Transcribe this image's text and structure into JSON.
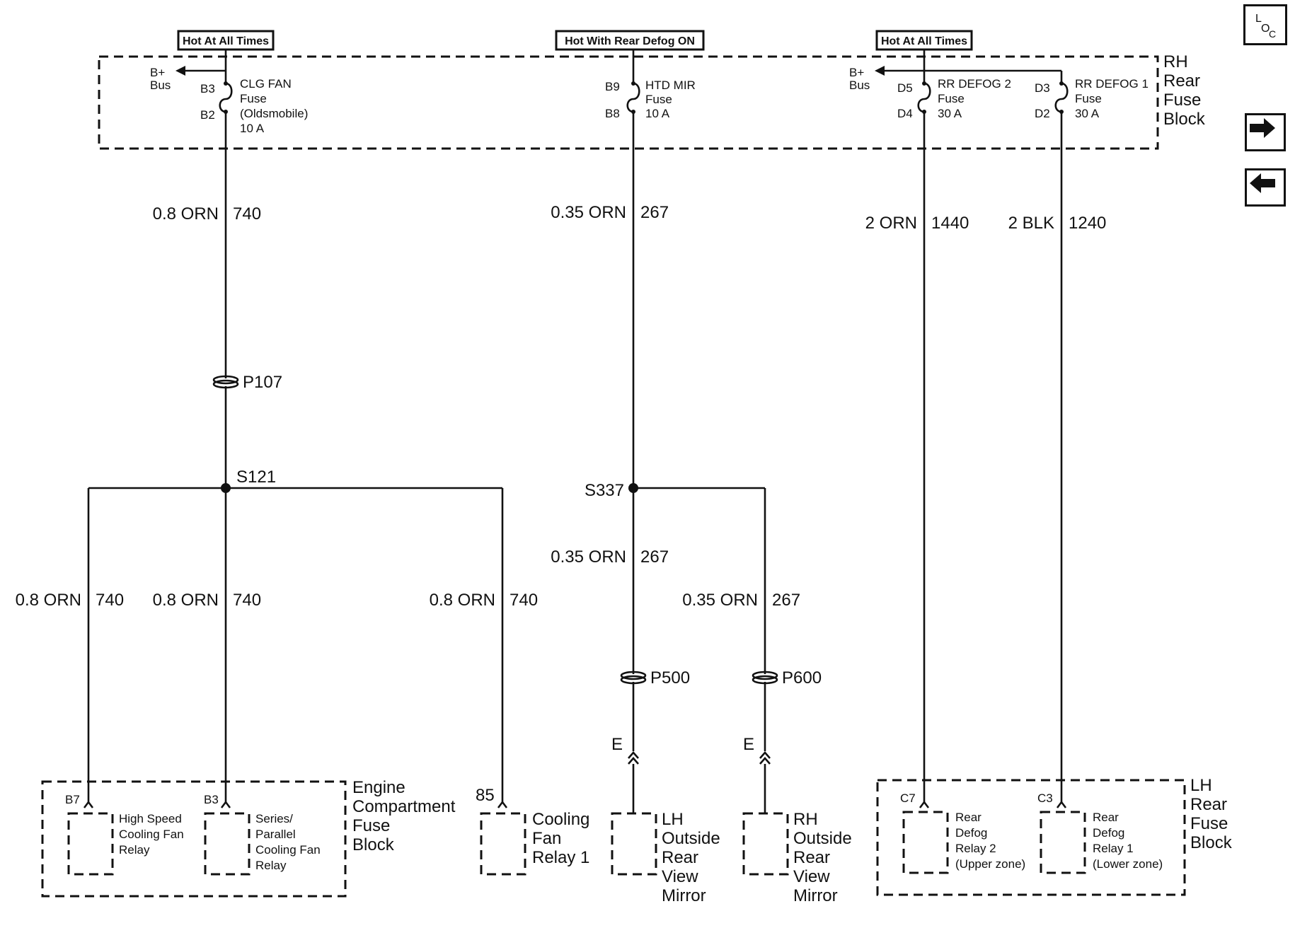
{
  "power_labels": [
    "Hot At All Times",
    "Hot With Rear Defog ON",
    "Hot At All Times"
  ],
  "rh_block": {
    "name": [
      "RH",
      "Rear",
      "Fuse",
      "Block"
    ]
  },
  "bplus": [
    "B+",
    "Bus"
  ],
  "fuses": {
    "clg_fan": {
      "pin_in": "B3",
      "pin_out": "B2",
      "lines": [
        "CLG FAN",
        "Fuse",
        "(Oldsmobile)",
        "10 A"
      ]
    },
    "htd_mir": {
      "pin_in": "B9",
      "pin_out": "B8",
      "lines": [
        "HTD MIR",
        "Fuse",
        "10 A"
      ]
    },
    "rr_defog_2": {
      "pin_in": "D5",
      "pin_out": "D4",
      "lines": [
        "RR DEFOG 2",
        "Fuse",
        "30 A"
      ]
    },
    "rr_defog_1": {
      "pin_in": "D3",
      "pin_out": "D2",
      "lines": [
        "RR DEFOG 1",
        "Fuse",
        "30 A"
      ]
    }
  },
  "wires": {
    "w740": {
      "gauge": "0.8 ORN",
      "circuit": "740"
    },
    "w267": {
      "gauge": "0.35 ORN",
      "circuit": "267"
    },
    "w1440": {
      "gauge": "2 ORN",
      "circuit": "1440"
    },
    "w1240": {
      "gauge": "2 BLK",
      "circuit": "1240"
    }
  },
  "connectors": {
    "p107": "P107",
    "p500": "P500",
    "p600": "P600"
  },
  "splices": {
    "s121": "S121",
    "s337": "S337"
  },
  "terminal_e": "E",
  "engine_block": {
    "name": [
      "Engine",
      "Compartment",
      "Fuse",
      "Block"
    ],
    "high_speed": {
      "pin": "B7",
      "lines": [
        "High Speed",
        "Cooling Fan",
        "Relay"
      ]
    },
    "series_parallel": {
      "pin": "B3",
      "lines": [
        "Series/",
        "Parallel",
        "Cooling Fan",
        "Relay"
      ]
    }
  },
  "cooling_fan_relay": {
    "pin": "85",
    "lines": [
      "Cooling",
      "Fan",
      "Relay 1"
    ]
  },
  "lh_mirror": [
    "LH",
    "Outside",
    "Rear",
    "View",
    "Mirror"
  ],
  "rh_mirror": [
    "RH",
    "Outside",
    "Rear",
    "View",
    "Mirror"
  ],
  "lh_block": {
    "name": [
      "LH",
      "Rear",
      "Fuse",
      "Block"
    ],
    "relay2": {
      "pin": "C7",
      "lines": [
        "Rear",
        "Defog",
        "Relay 2",
        "(Upper zone)"
      ]
    },
    "relay1": {
      "pin": "C3",
      "lines": [
        "Rear",
        "Defog",
        "Relay 1",
        "(Lower zone)"
      ]
    }
  },
  "nav": {
    "loc_main": "L",
    "loc_sub": "O",
    "loc_sub2": "C",
    "next_icon": "arrow-right-icon",
    "prev_icon": "arrow-left-icon"
  }
}
